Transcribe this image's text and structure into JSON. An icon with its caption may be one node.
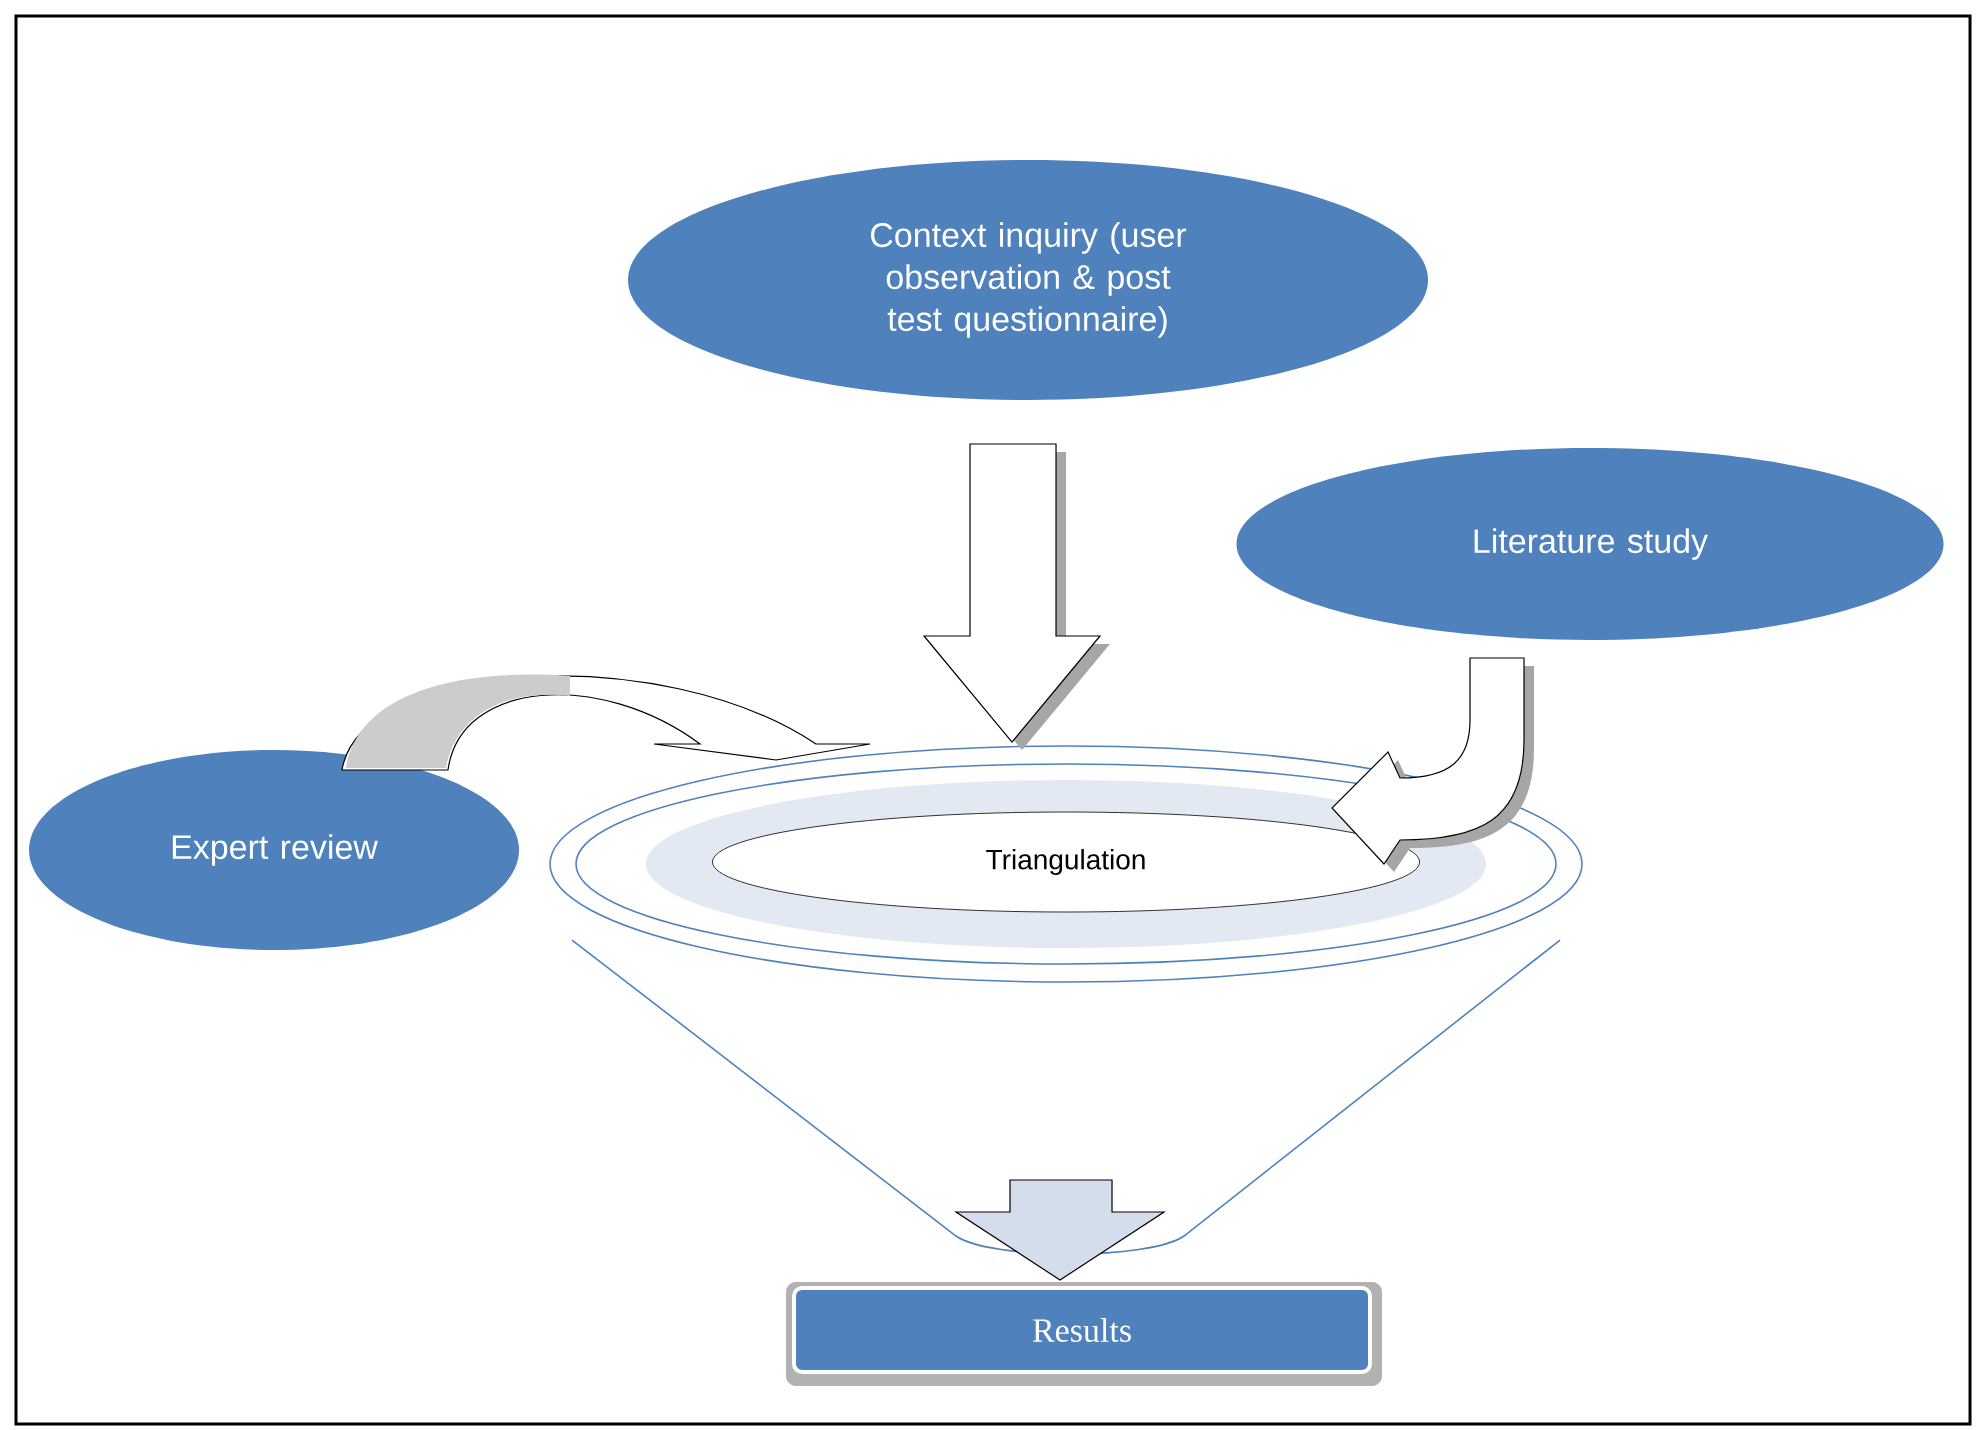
{
  "diagram": {
    "nodes": [
      {
        "text": [
          "Context inquiry (user observation & post test questionnaire)"
        ]
      },
      {
        "text": [
          "Literature study"
        ]
      },
      {
        "text": [
          "Expert review"
        ]
      },
      {
        "text": [],
        "shape": "funnel"
      },
      {
        "text": [
          "Triangulation"
        ],
        "in": 3
      },
      {
        "text": [
          "Results"
        ]
      }
    ],
    "edges": [
      {
        "from": 0,
        "to": 3,
        "arrow": "to"
      },
      {
        "from": 1,
        "to": 4,
        "arrow": "to"
      },
      {
        "from": 2,
        "to": 3,
        "arrow": "to"
      },
      {
        "from": 3,
        "to": 5,
        "arrow": "to",
        "color": "#d3ddec"
      }
    ]
  }
}
